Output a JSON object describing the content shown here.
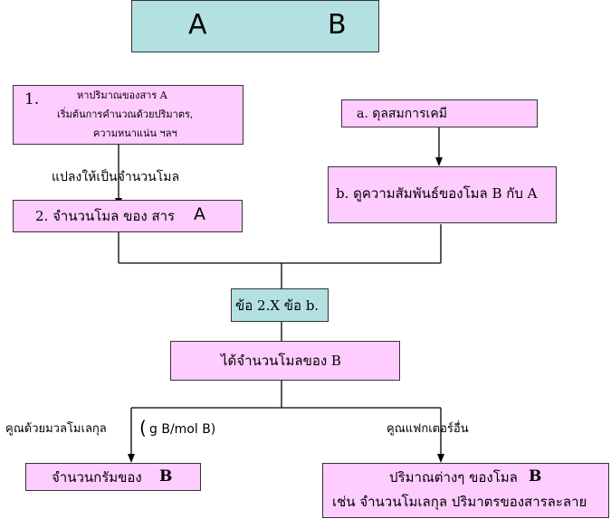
{
  "title": {
    "from": "A",
    "to": "B"
  },
  "box1": {
    "num": "1.",
    "line1": "หาปริมาณของสาร A",
    "line2": "เริ่มต้นการคำนวณด้วยปริมาตร,",
    "line3": "ความหนาแน่น ฯลฯ"
  },
  "convert_label": "แปลงให้เป็นจำนวนโมล",
  "box2": {
    "text": "2.  จำนวนโมล ของ  สาร",
    "var": "A"
  },
  "box_a": {
    "text": "a. ดุลสมการเคมี"
  },
  "box_b": {
    "text": "b. ดูความสัมพันธ์ของโมล B กับ A"
  },
  "combine": {
    "text": "ข้อ 2.X ข้อ b."
  },
  "moles_b": {
    "text": "ได้จำนวนโมลของ B"
  },
  "left_label": {
    "text": "คูณด้วยมวลโมเลกุล",
    "unit_open": "(",
    "unit": "g B/mol B)"
  },
  "right_label": {
    "text": "คูณแฟกเตอร์อื่น"
  },
  "grams_b": {
    "text": "จำนวนกรัมของ",
    "var": "B"
  },
  "other_b": {
    "line1": "ปริมาณต่างๆ ของโมล",
    "var": "B",
    "line2": "เช่น จำนวนโมเลกุล ปริมาตรของสารละลาย"
  }
}
